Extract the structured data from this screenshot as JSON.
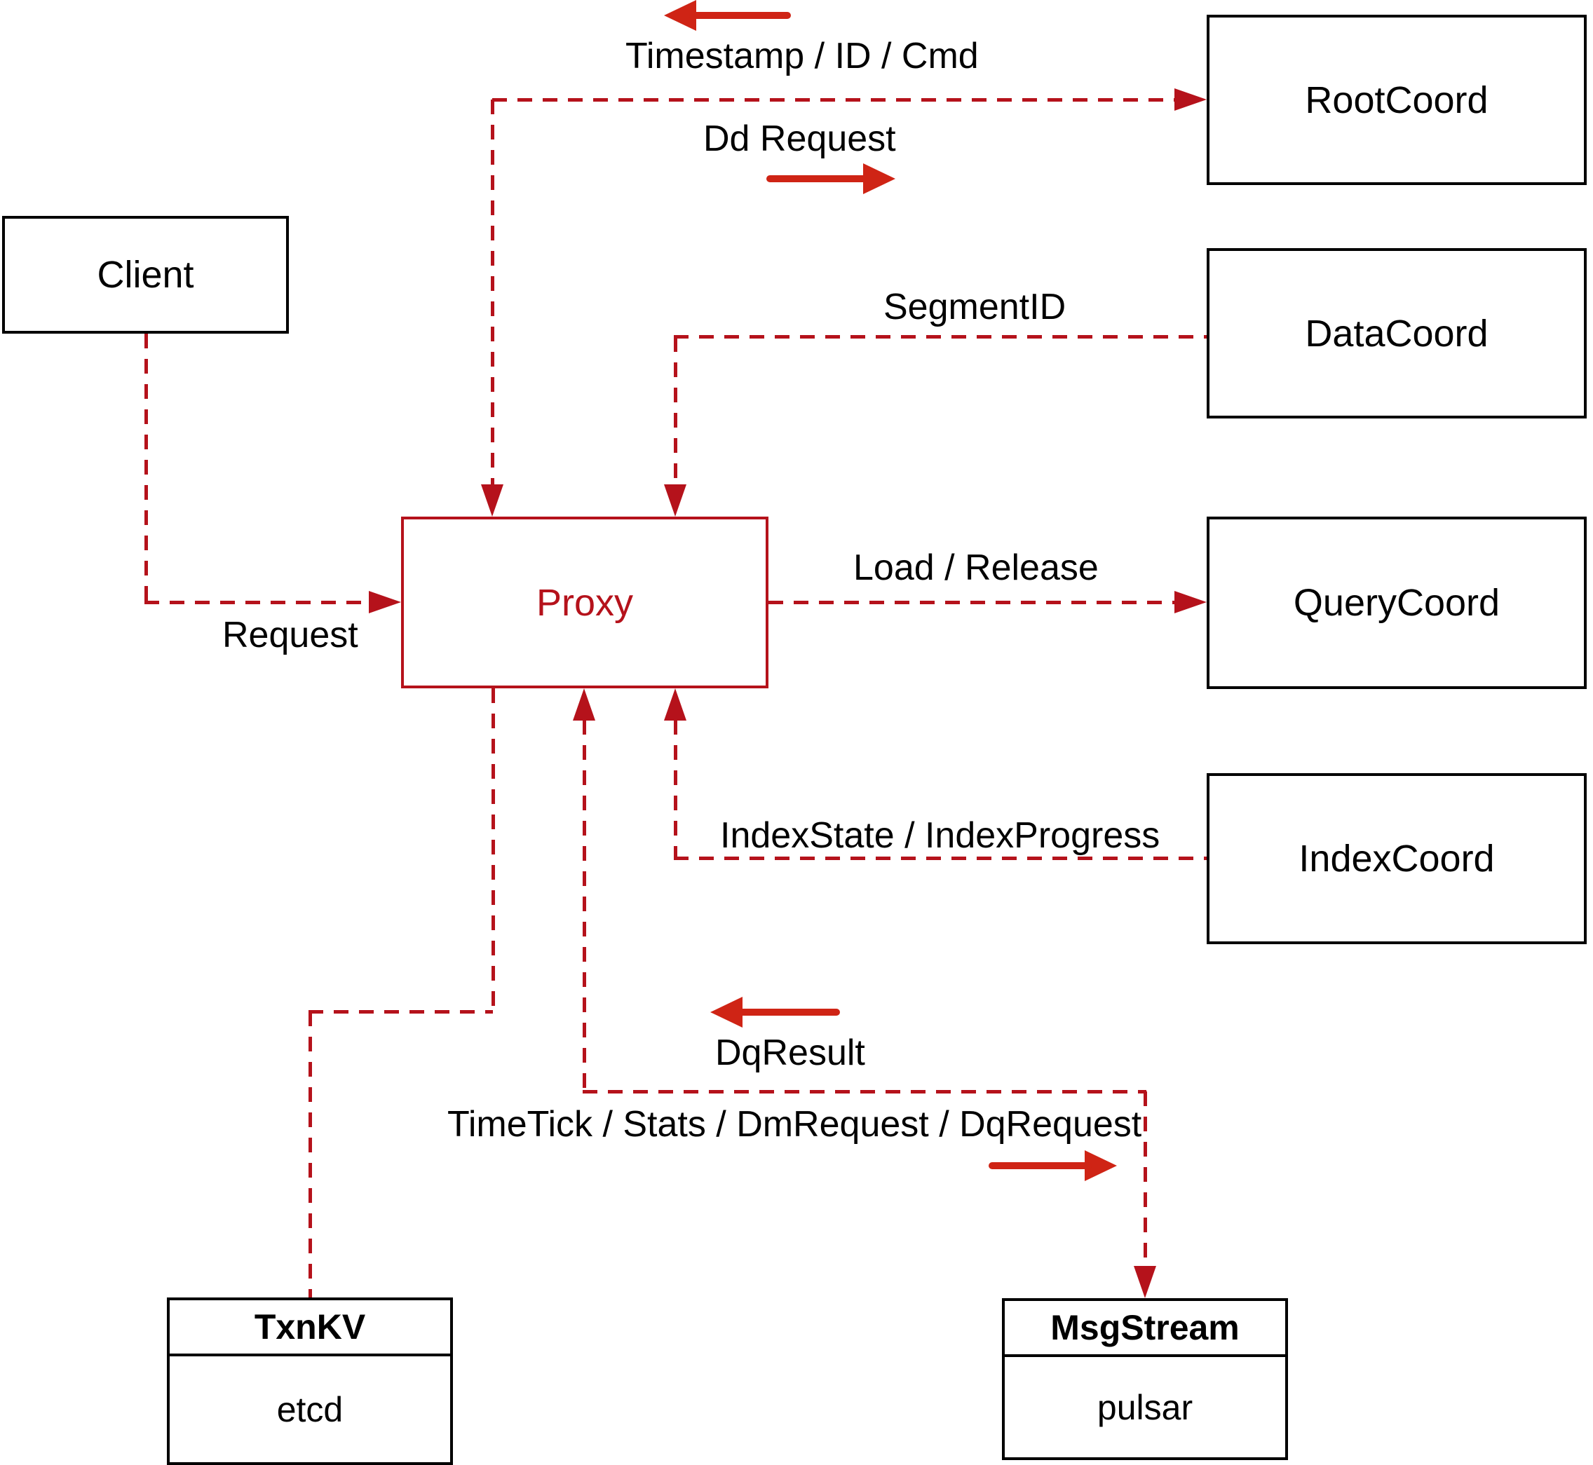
{
  "nodes": {
    "client": {
      "label": "Client"
    },
    "proxy": {
      "label": "Proxy"
    },
    "rootcoord": {
      "label": "RootCoord"
    },
    "datacoord": {
      "label": "DataCoord"
    },
    "querycoord": {
      "label": "QueryCoord"
    },
    "indexcoord": {
      "label": "IndexCoord"
    },
    "txnkv": {
      "title": "TxnKV",
      "subtitle": "etcd"
    },
    "msgstream": {
      "title": "MsgStream",
      "subtitle": "pulsar"
    }
  },
  "edge_labels": {
    "timestamp": "Timestamp / ID / Cmd",
    "dd_request": "Dd Request",
    "segment_id": "SegmentID",
    "load_release": "Load / Release",
    "request": "Request",
    "index_state": "IndexState / IndexProgress",
    "dq_result": "DqResult",
    "timetick": "TimeTick / Stats / DmRequest / DqRequest"
  },
  "colors": {
    "line_red": "#b5121b",
    "arrow_red": "#cf2415",
    "box_border": "#000000",
    "text": "#000000",
    "background": "#ffffff"
  }
}
